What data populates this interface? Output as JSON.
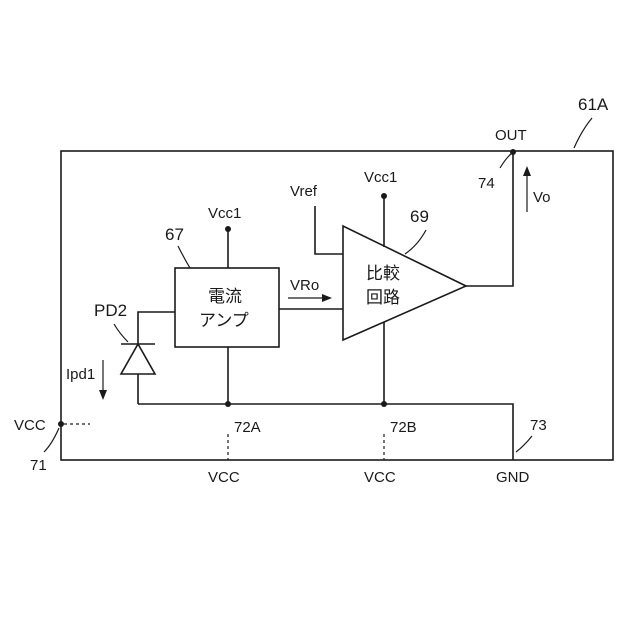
{
  "labels": {
    "module_ref": "61A",
    "out": "OUT",
    "node_74": "74",
    "vo": "Vo",
    "vcc1_amp": "Vcc1",
    "vcc1_comp": "Vcc1",
    "vref": "Vref",
    "ref_69": "69",
    "ref_67": "67",
    "amp_line1": "電流",
    "amp_line2": "アンプ",
    "vro": "VRo",
    "comp_line1": "比較",
    "comp_line2": "回路",
    "pd2": "PD2",
    "ipd1": "Ipd1",
    "vcc_left": "VCC",
    "node_71": "71",
    "node_72a": "72A",
    "node_72b": "72B",
    "node_73": "73",
    "vcc_bottom_a": "VCC",
    "vcc_bottom_b": "VCC",
    "gnd": "GND"
  }
}
